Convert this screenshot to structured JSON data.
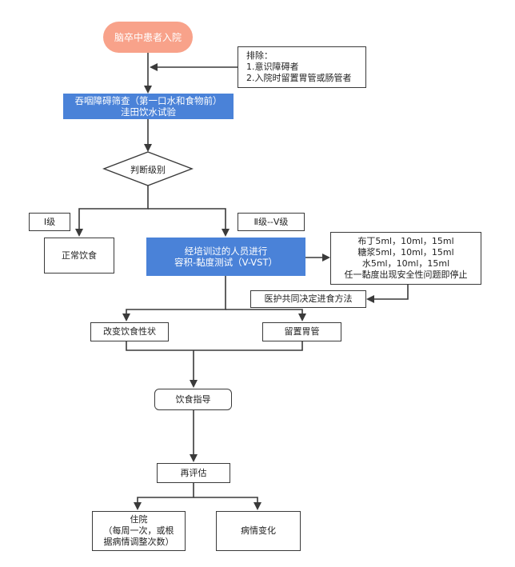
{
  "nodes": {
    "start": "脑卒中患者入院",
    "exclude": {
      "title": "排除：",
      "line1": "1.意识障碍者",
      "line2": "2.入院时留置胃管或肠管者"
    },
    "screening": {
      "line1": "吞咽障碍筛查（第一口水和食物前）",
      "line2": "洼田饮水试验"
    },
    "judge": "判断级别",
    "grade1": "Ⅰ级",
    "grade2_5": "Ⅱ级--Ⅴ级",
    "normal_diet": "正常饮食",
    "vvst": {
      "line1": "经培训过的人员进行",
      "line2": "容积-黏度测试（V-VST）"
    },
    "test_items": {
      "line1": "布丁5ml，10ml，15ml",
      "line2": "糖浆5ml，10ml，15ml",
      "line3": "水5ml，10ml，15ml",
      "line4": "任一黏度出现安全性问题即停止"
    },
    "decide": "医护共同决定进食方法",
    "change_diet": "改变饮食性状",
    "tube": "留置胃管",
    "guidance": "饮食指导",
    "reassess": "再评估",
    "hospital": {
      "line1": "住院",
      "line2": "（每周一次，或根",
      "line3": "据病情调整次数）"
    },
    "change": "病情变化"
  },
  "colors": {
    "start_fill": "#f8a28a",
    "process_fill": "#4a82d8",
    "line": "#3a3a3a"
  }
}
